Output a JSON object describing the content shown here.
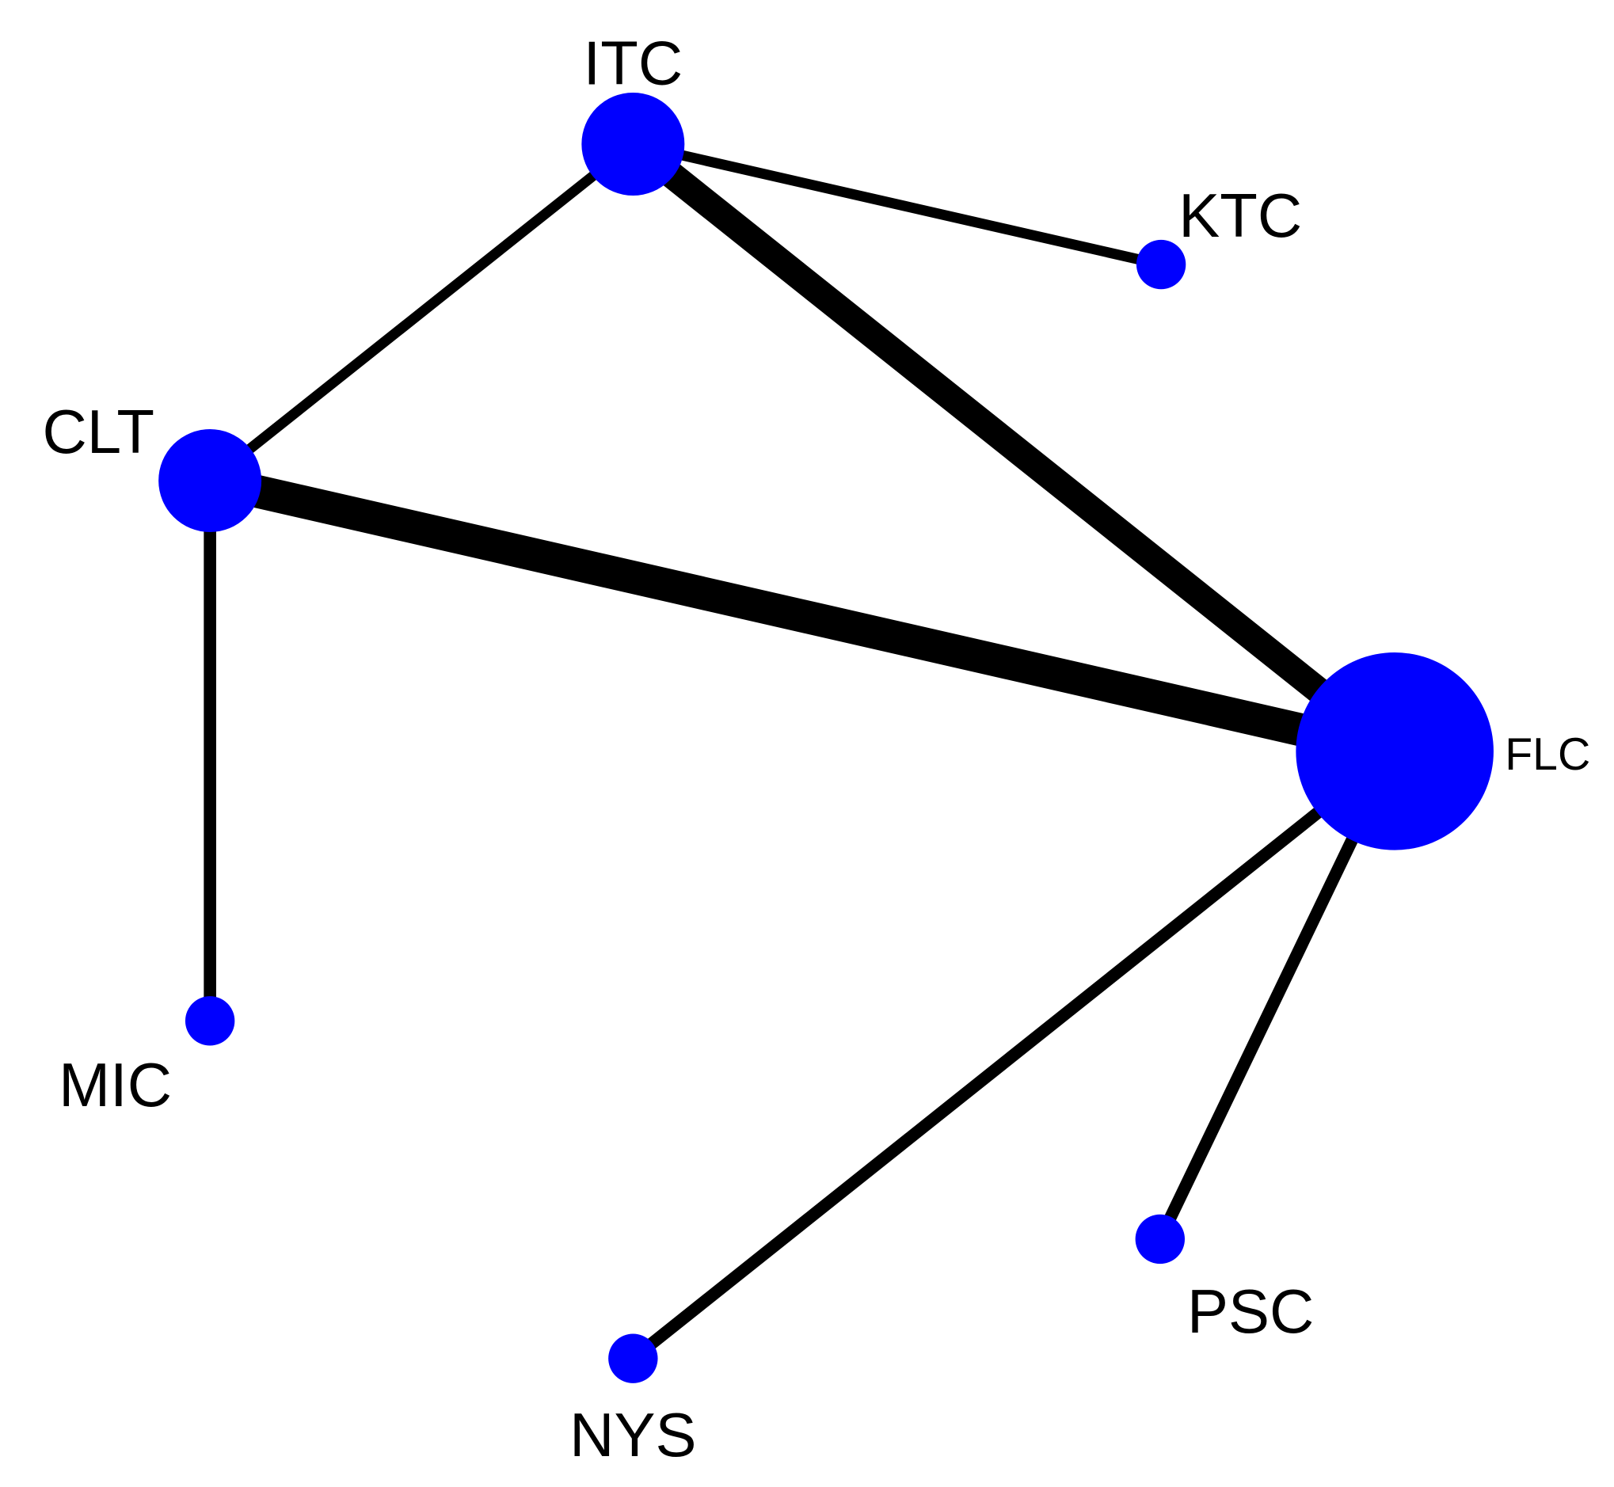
{
  "diagram": {
    "type": "network-meta-analysis-graph",
    "node_color": "#0000ff",
    "edge_color": "#000000",
    "background": "#ffffff",
    "nodes": [
      {
        "id": "ITC",
        "label": "ITC"
      },
      {
        "id": "KTC",
        "label": "KTC"
      },
      {
        "id": "CLT",
        "label": "CLT"
      },
      {
        "id": "FLC",
        "label": "FLC"
      },
      {
        "id": "MIC",
        "label": "MIC"
      },
      {
        "id": "PSC",
        "label": "PSC"
      },
      {
        "id": "NYS",
        "label": "NYS"
      }
    ],
    "edges": [
      {
        "from": "ITC",
        "to": "KTC"
      },
      {
        "from": "ITC",
        "to": "CLT"
      },
      {
        "from": "ITC",
        "to": "FLC"
      },
      {
        "from": "CLT",
        "to": "FLC"
      },
      {
        "from": "CLT",
        "to": "MIC"
      },
      {
        "from": "FLC",
        "to": "NYS"
      },
      {
        "from": "FLC",
        "to": "PSC"
      }
    ]
  }
}
